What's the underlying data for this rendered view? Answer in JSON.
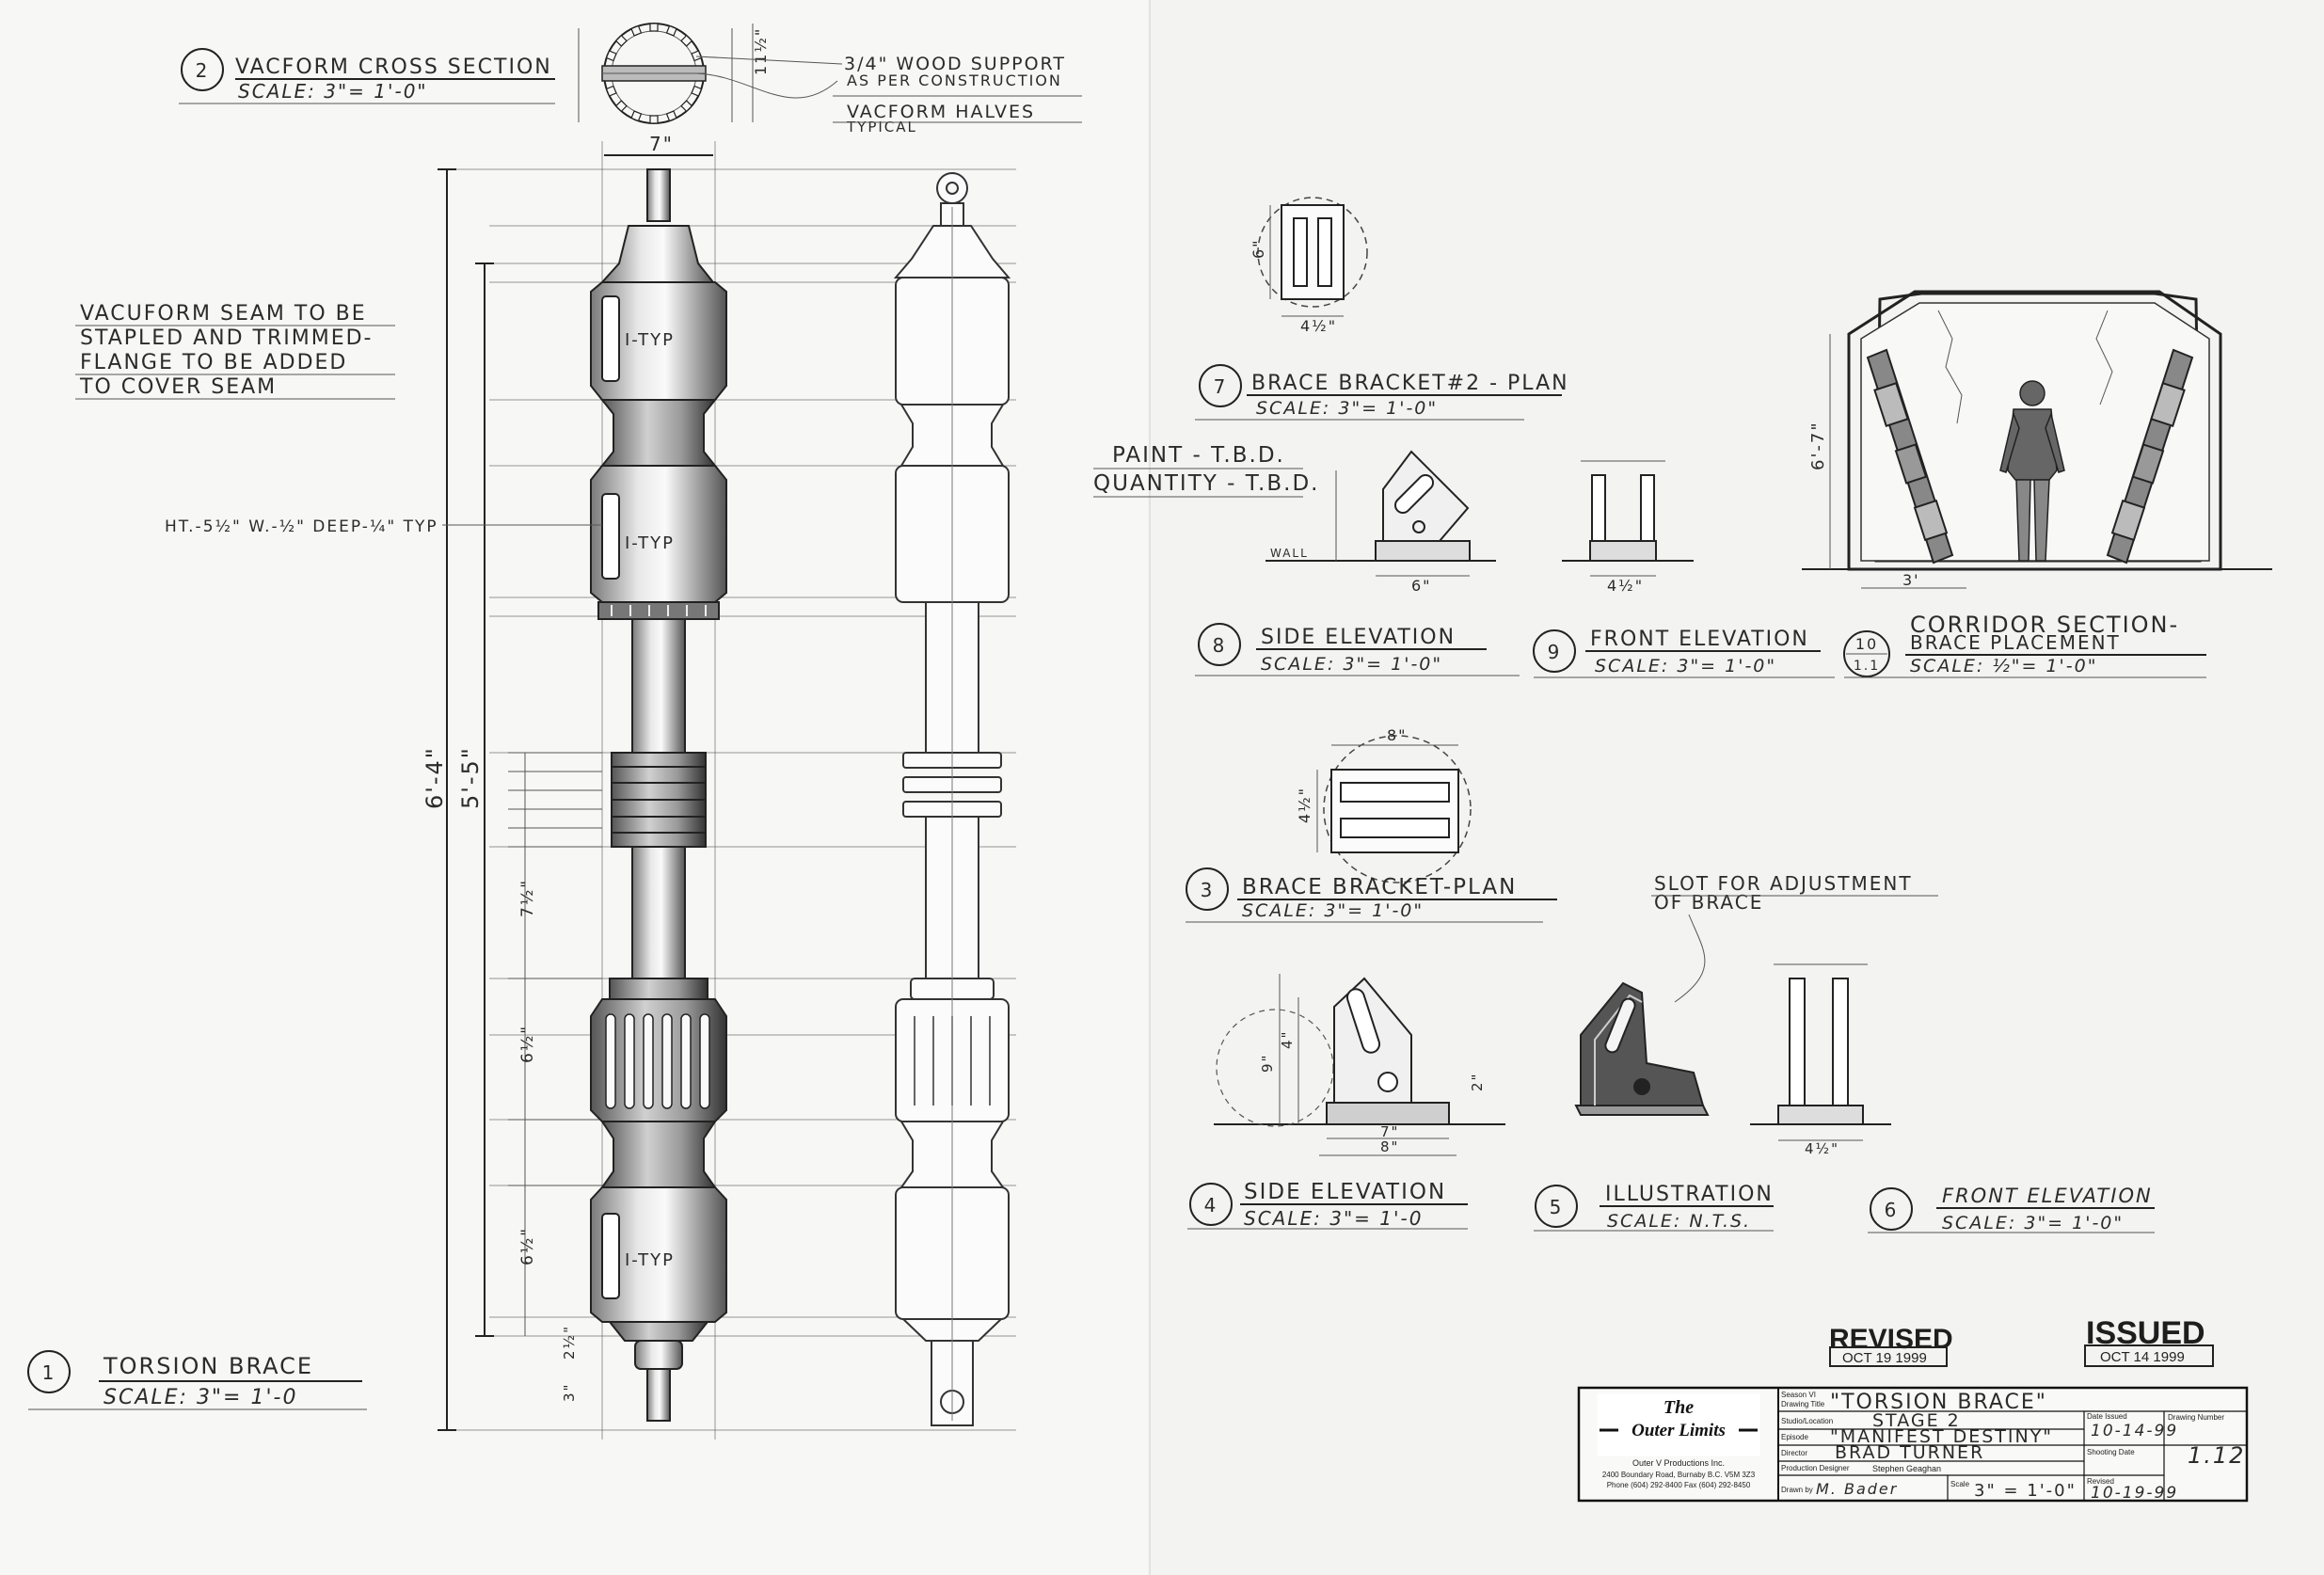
{
  "notes": {
    "seam": [
      "VACUFORM SEAM TO BE",
      "STAPLED AND TRIMMED-",
      "FLANGE TO BE ADDED",
      "TO COVER SEAM"
    ],
    "slot_dims": "HT.-5½\" W.-½\" DEEP-¼\" TYP",
    "paint": "PAINT - T.B.D.",
    "quantity": "QUANTITY - T.B.D.",
    "wood_support": [
      "3/4\" WOOD SUPPORT",
      "AS PER CONSTRUCTION"
    ],
    "vacform_halves": [
      "VACFORM HALVES",
      "TYPICAL"
    ],
    "slot_adjust": [
      "SLOT FOR ADJUSTMENT",
      "OF BRACE"
    ],
    "itype_label": "I-TYP",
    "wall": "WALL"
  },
  "views": [
    {
      "num": "1",
      "title": "TORSION BRACE",
      "scale": "SCALE: 3\"= 1'-0"
    },
    {
      "num": "2",
      "title": "VACFORM CROSS SECTION",
      "scale": "SCALE: 3\"= 1'-0\""
    },
    {
      "num": "3",
      "title": "BRACE BRACKET-PLAN",
      "scale": "SCALE: 3\"= 1'-0\""
    },
    {
      "num": "4",
      "title": "SIDE ELEVATION",
      "scale": "SCALE: 3\"= 1'-0"
    },
    {
      "num": "5",
      "title": "ILLUSTRATION",
      "scale": "SCALE: N.T.S."
    },
    {
      "num": "6",
      "title": "FRONT ELEVATION",
      "scale": "SCALE: 3\"= 1'-0\""
    },
    {
      "num": "7",
      "title": "BRACE BRACKET#2 - PLAN",
      "scale": "SCALE: 3\"= 1'-0\""
    },
    {
      "num": "8",
      "title": "SIDE ELEVATION",
      "scale": "SCALE: 3\"= 1'-0\""
    },
    {
      "num": "9",
      "title": "FRONT ELEVATION",
      "scale": "SCALE: 3\"= 1'-0\""
    },
    {
      "num": "10",
      "sub": "1.1",
      "title": "CORRIDOR SECTION-",
      "title2": "BRACE PLACEMENT",
      "scale": "SCALE: ½\"= 1'-0\""
    }
  ],
  "dims": {
    "overall_a": "6'-4\"",
    "overall_b": "5'-5\"",
    "width_7": "7\"",
    "xs_height": "11½\"",
    "seg_7half": "7½\"",
    "seg_6half_a": "6½\"",
    "seg_6half_b": "6½\"",
    "seg_2half": "2½\"",
    "seg_3": "3\"",
    "b7_w": "4½\"",
    "b7_h": "6\"",
    "b8_w": "6\"",
    "b9_w": "4½\"",
    "b3_w": "8\"",
    "b3_h": "4½\"",
    "b4_w1": "7\"",
    "b4_w2": "8\"",
    "b4_h1": "9\"",
    "b4_h2": "4\"",
    "b4_s": "2\"",
    "b6_w": "4½\"",
    "corr_h": "6'-7\"",
    "corr_w": "3'"
  },
  "stamps": {
    "revised": "REVISED",
    "revised_date": "OCT 19 1999",
    "issued": "ISSUED",
    "issued_date": "OCT 14 1999"
  },
  "title_block": {
    "logo_line1": "The",
    "logo_line2": "Outer Limits",
    "company": "Outer V Productions Inc.",
    "address": "2400 Boundary Road, Burnaby B.C. V5M 3Z3",
    "phone": "Phone (604) 292-8400  Fax (604) 292-8450",
    "season_label": "Season VI",
    "drawing_title_label": "Drawing Title",
    "drawing_title": "\"TORSION BRACE\"",
    "studio_label": "Studio/Location",
    "studio": "STAGE 2",
    "episode_label": "Episode",
    "episode": "\"MANIFEST DESTINY\"",
    "director_label": "Director",
    "director": "BRAD TURNER",
    "pd_label": "Production Designer",
    "pd": "Stephen Geaghan",
    "drawn_label": "Drawn by",
    "drawn": "M. Bader",
    "scale_label": "Scale",
    "scale": "3\" = 1'-0\"",
    "date_issued_label": "Date Issued",
    "date_issued": "10-14-99",
    "shooting_label": "Shooting Date",
    "revised_label": "Revised",
    "revised": "10-19-99",
    "drawing_number_label": "Drawing Number",
    "drawing_number": "1.12"
  }
}
